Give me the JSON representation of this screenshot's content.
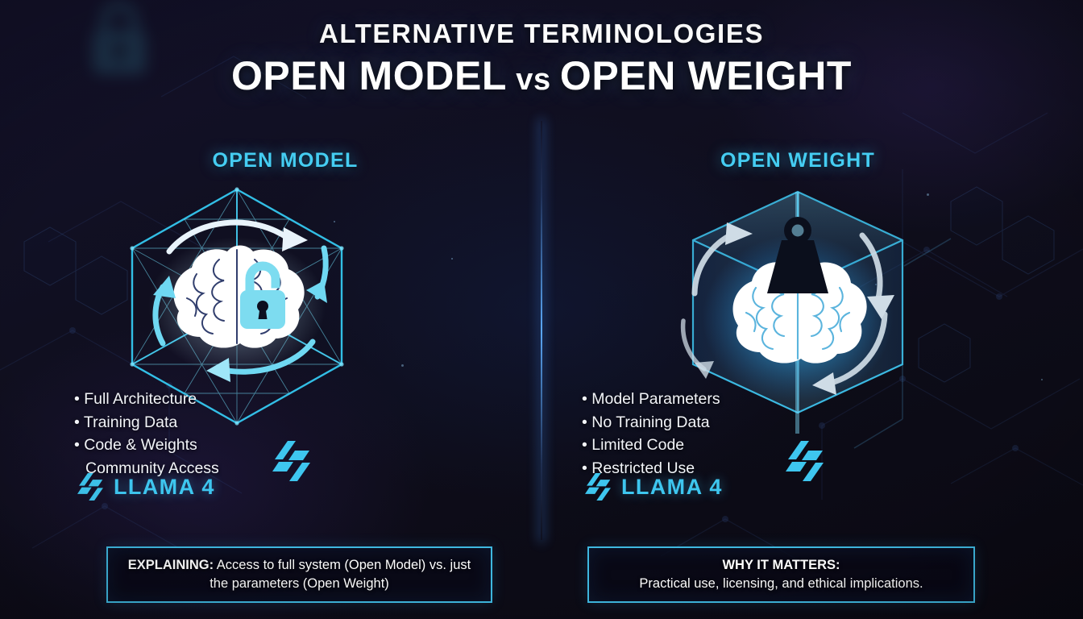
{
  "header": {
    "eyebrow": "ALTERNATIVE TERMINOLOGIES",
    "title_part1": "OPEN MODEL",
    "title_vs": "vs",
    "title_part2": "OPEN WEIGHT"
  },
  "colors": {
    "background": "#0d0c18",
    "accent_cyan": "#45cdf2",
    "brand_cyan": "#3ec6ef",
    "border_cyan": "#3fb8e0",
    "divider_blue": "#5fafff",
    "text_white": "#f2f4f8",
    "lock_icon": "#7ddcf0",
    "weight_icon": "#0b0f1c"
  },
  "columns": [
    {
      "id": "open-model",
      "heading": "OPEN MODEL",
      "icon_name": "unlocked-padlock-icon",
      "art_name": "wireframe-cube-brain-illustration",
      "bullets": [
        {
          "text": "Full Architecture",
          "bulleted": true
        },
        {
          "text": "Training Data",
          "bulleted": true
        },
        {
          "text": "Code & Weights",
          "bulleted": true
        },
        {
          "text": "Community Access",
          "bulleted": false
        }
      ],
      "brand": {
        "logo_name": "llama-logo-icon",
        "label": "LLAMA 4"
      },
      "caption": {
        "lead": "EXPLAINING:",
        "body": "Access to full system (Open Model) vs. just the parameters (Open Weight)"
      }
    },
    {
      "id": "open-weight",
      "heading": "OPEN WEIGHT",
      "icon_name": "weight-dumbbell-icon",
      "art_name": "solid-cube-glowing-brain-illustration",
      "bullets": [
        {
          "text": "Model Parameters",
          "bulleted": true
        },
        {
          "text": "No Training Data",
          "bulleted": true
        },
        {
          "text": "Limited Code",
          "bulleted": true
        },
        {
          "text": "Restricted Use",
          "bulleted": true
        }
      ],
      "brand": {
        "logo_name": "llama-logo-icon",
        "label": "LLAMA 4"
      },
      "caption": {
        "lead": "WHY IT MATTERS:",
        "body": "Practical use, licensing, and ethical implications."
      }
    }
  ]
}
